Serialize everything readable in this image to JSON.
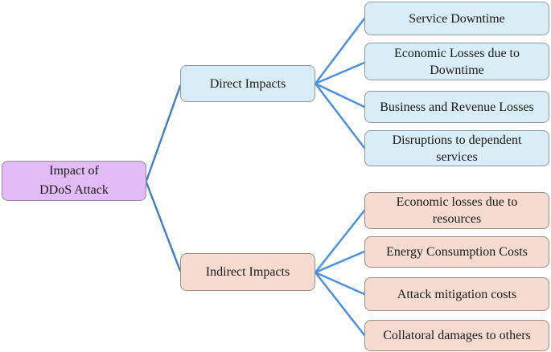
{
  "diagram": {
    "title": "Impact of DDoS Attack mind map",
    "root": {
      "label": "Impact of\nDDoS Attack"
    },
    "branches": [
      {
        "label": "Direct Impacts",
        "children": [
          "Service Downtime",
          "Economic Losses due to Downtime",
          "Business and Revenue Losses",
          "Disruptions to dependent services"
        ]
      },
      {
        "label": "Indirect Impacts",
        "children": [
          "Economic losses due to resources",
          "Energy Consumption Costs",
          "Attack mitigation costs",
          "Collatoral damages to others"
        ]
      }
    ],
    "colors": {
      "root_fill": "#e3bbf5",
      "root_border": "#9c86ab",
      "direct_fill": "#d8edf5",
      "direct_border": "#8f9a9e",
      "indirect_fill": "#f6dcd0",
      "indirect_border": "#9a8f88",
      "connector_root": "#3d7ec6",
      "connector_fan": "#4a91e4",
      "text": "#1a1a1a",
      "background": "#ffffff"
    }
  }
}
